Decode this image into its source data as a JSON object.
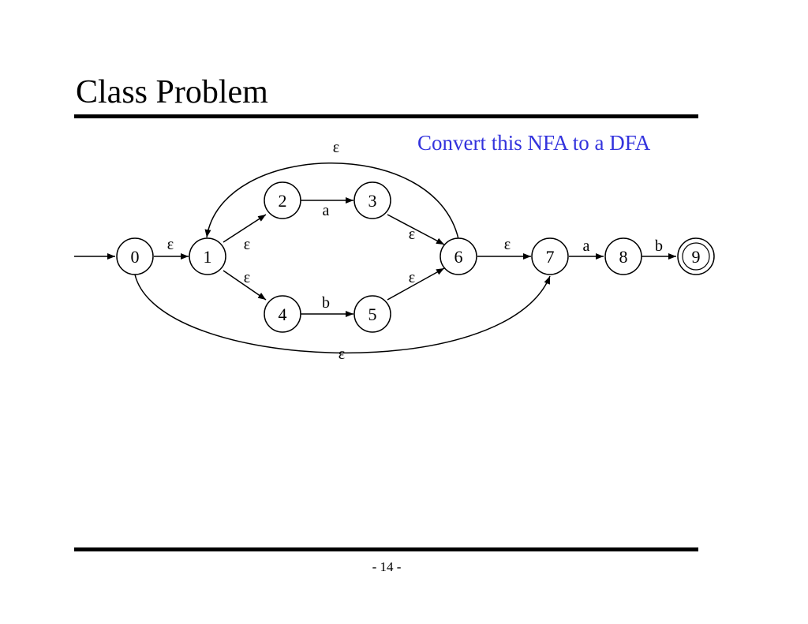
{
  "slide": {
    "title": "Class Problem",
    "instruction": "Convert this NFA to a DFA",
    "page_number": "- 14 -"
  },
  "nfa": {
    "start_state": "0",
    "accept_states": [
      "9"
    ],
    "states": [
      "0",
      "1",
      "2",
      "3",
      "4",
      "5",
      "6",
      "7",
      "8",
      "9"
    ],
    "transitions": [
      {
        "from": "0",
        "to": "1",
        "symbol": "ε"
      },
      {
        "from": "1",
        "to": "2",
        "symbol": "ε"
      },
      {
        "from": "1",
        "to": "4",
        "symbol": "ε"
      },
      {
        "from": "2",
        "to": "3",
        "symbol": "a"
      },
      {
        "from": "4",
        "to": "5",
        "symbol": "b"
      },
      {
        "from": "3",
        "to": "6",
        "symbol": "ε"
      },
      {
        "from": "5",
        "to": "6",
        "symbol": "ε"
      },
      {
        "from": "6",
        "to": "1",
        "symbol": "ε"
      },
      {
        "from": "6",
        "to": "7",
        "symbol": "ε"
      },
      {
        "from": "0",
        "to": "7",
        "symbol": "ε"
      },
      {
        "from": "7",
        "to": "8",
        "symbol": "a"
      },
      {
        "from": "8",
        "to": "9",
        "symbol": "b"
      }
    ]
  }
}
